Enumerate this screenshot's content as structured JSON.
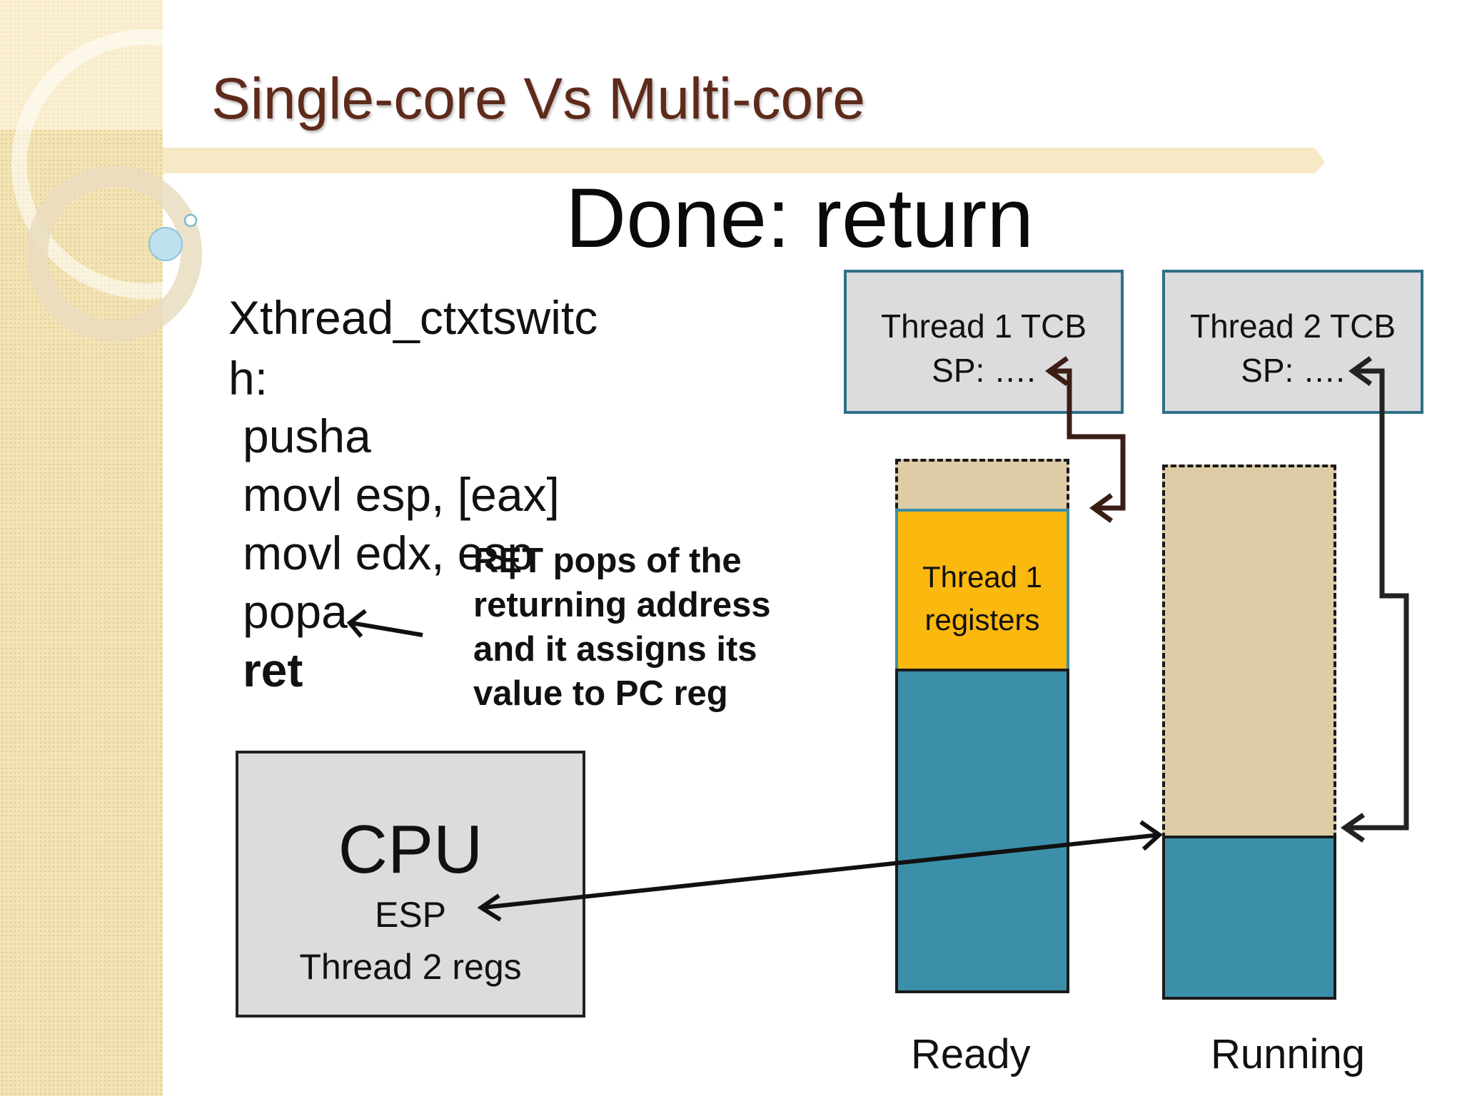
{
  "slide": {
    "title": "Single-core Vs Multi-core",
    "subtitle": "Done: return"
  },
  "code": {
    "lines": [
      "Xthread_ctxtswitc",
      "h:",
      "pusha",
      "movl esp, [eax]",
      "movl edx, esp",
      "popa",
      "ret"
    ]
  },
  "note": {
    "lines": [
      "RET pops of the",
      "returning address",
      "and it assigns its",
      "value to PC reg"
    ]
  },
  "tcb1": {
    "name": "Thread 1 TCB",
    "sp": "SP: …."
  },
  "tcb2": {
    "name": "Thread 2 TCB",
    "sp": "SP: …."
  },
  "cpu": {
    "title": "CPU",
    "esp": "ESP",
    "regs": "Thread 2 regs"
  },
  "stack1": {
    "registers_line1": "Thread 1",
    "registers_line2": "registers",
    "label": "Ready"
  },
  "stack2": {
    "label": "Running"
  },
  "colors": {
    "title": "#5e2a1a",
    "tcb_border": "#2f6f86",
    "box_fill": "#dcdcdf",
    "stack_teal": "#3b8fa8",
    "registers_yellow": "#fbb80f",
    "free_space": "#ddcca6",
    "sidebar": "#f3e4b5"
  }
}
